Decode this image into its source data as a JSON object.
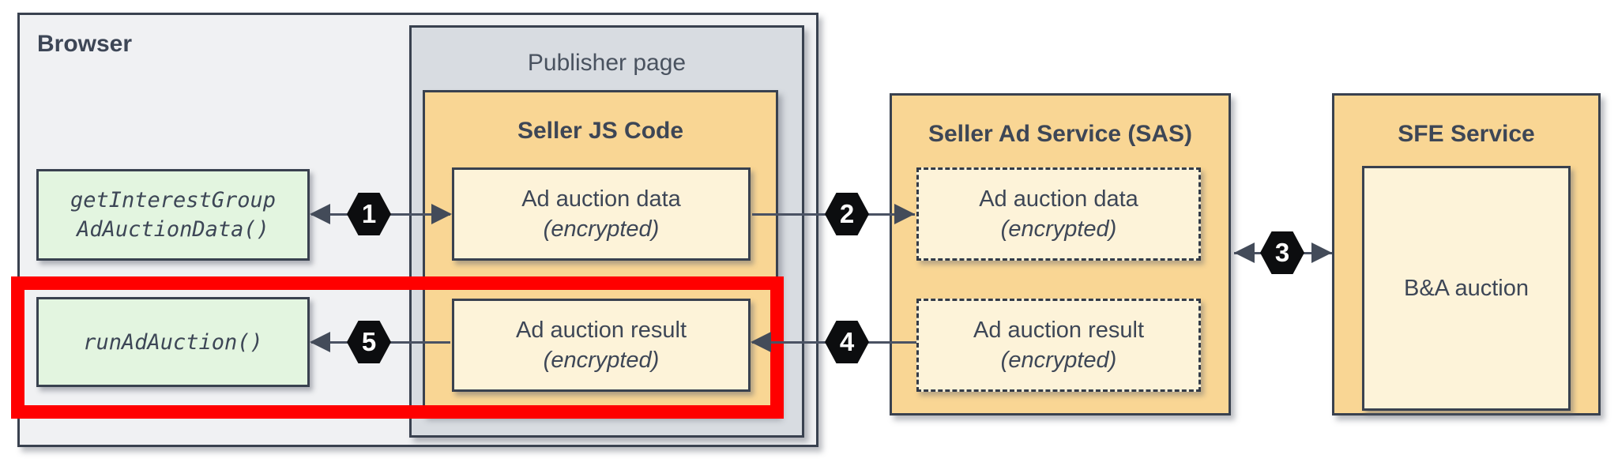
{
  "browser": {
    "label": "Browser",
    "apis": [
      {
        "line1": "getInterestGroup",
        "line2": "AdAuctionData()"
      },
      {
        "line1": "runAdAuction()"
      }
    ]
  },
  "publisher": {
    "label": "Publisher page",
    "seller_js": {
      "title": "Seller JS Code",
      "data_box": {
        "line1": "Ad auction data",
        "line2": "(encrypted)"
      },
      "result_box": {
        "line1": "Ad auction result",
        "line2": "(encrypted)"
      }
    }
  },
  "sas": {
    "title": "Seller Ad Service (SAS)",
    "data_box": {
      "line1": "Ad auction data",
      "line2": "(encrypted)"
    },
    "result_box": {
      "line1": "Ad auction result",
      "line2": "(encrypted)"
    }
  },
  "sfe": {
    "title": "SFE Service",
    "auction_box": "B&A auction"
  },
  "steps": {
    "s1": "1",
    "s2": "2",
    "s3": "3",
    "s4": "4",
    "s5": "5"
  },
  "colors": {
    "container_orange": "#f9d694",
    "panel_cream": "#fdf3d9",
    "api_green": "#e3f5e0",
    "publisher_gray": "#d8dce1",
    "browser_gray": "#f0f1f3",
    "outline_dark": "#39414f",
    "connector_gray": "#4a5263",
    "highlight_red": "#ff0000",
    "badge_black": "#0c0d0f"
  }
}
